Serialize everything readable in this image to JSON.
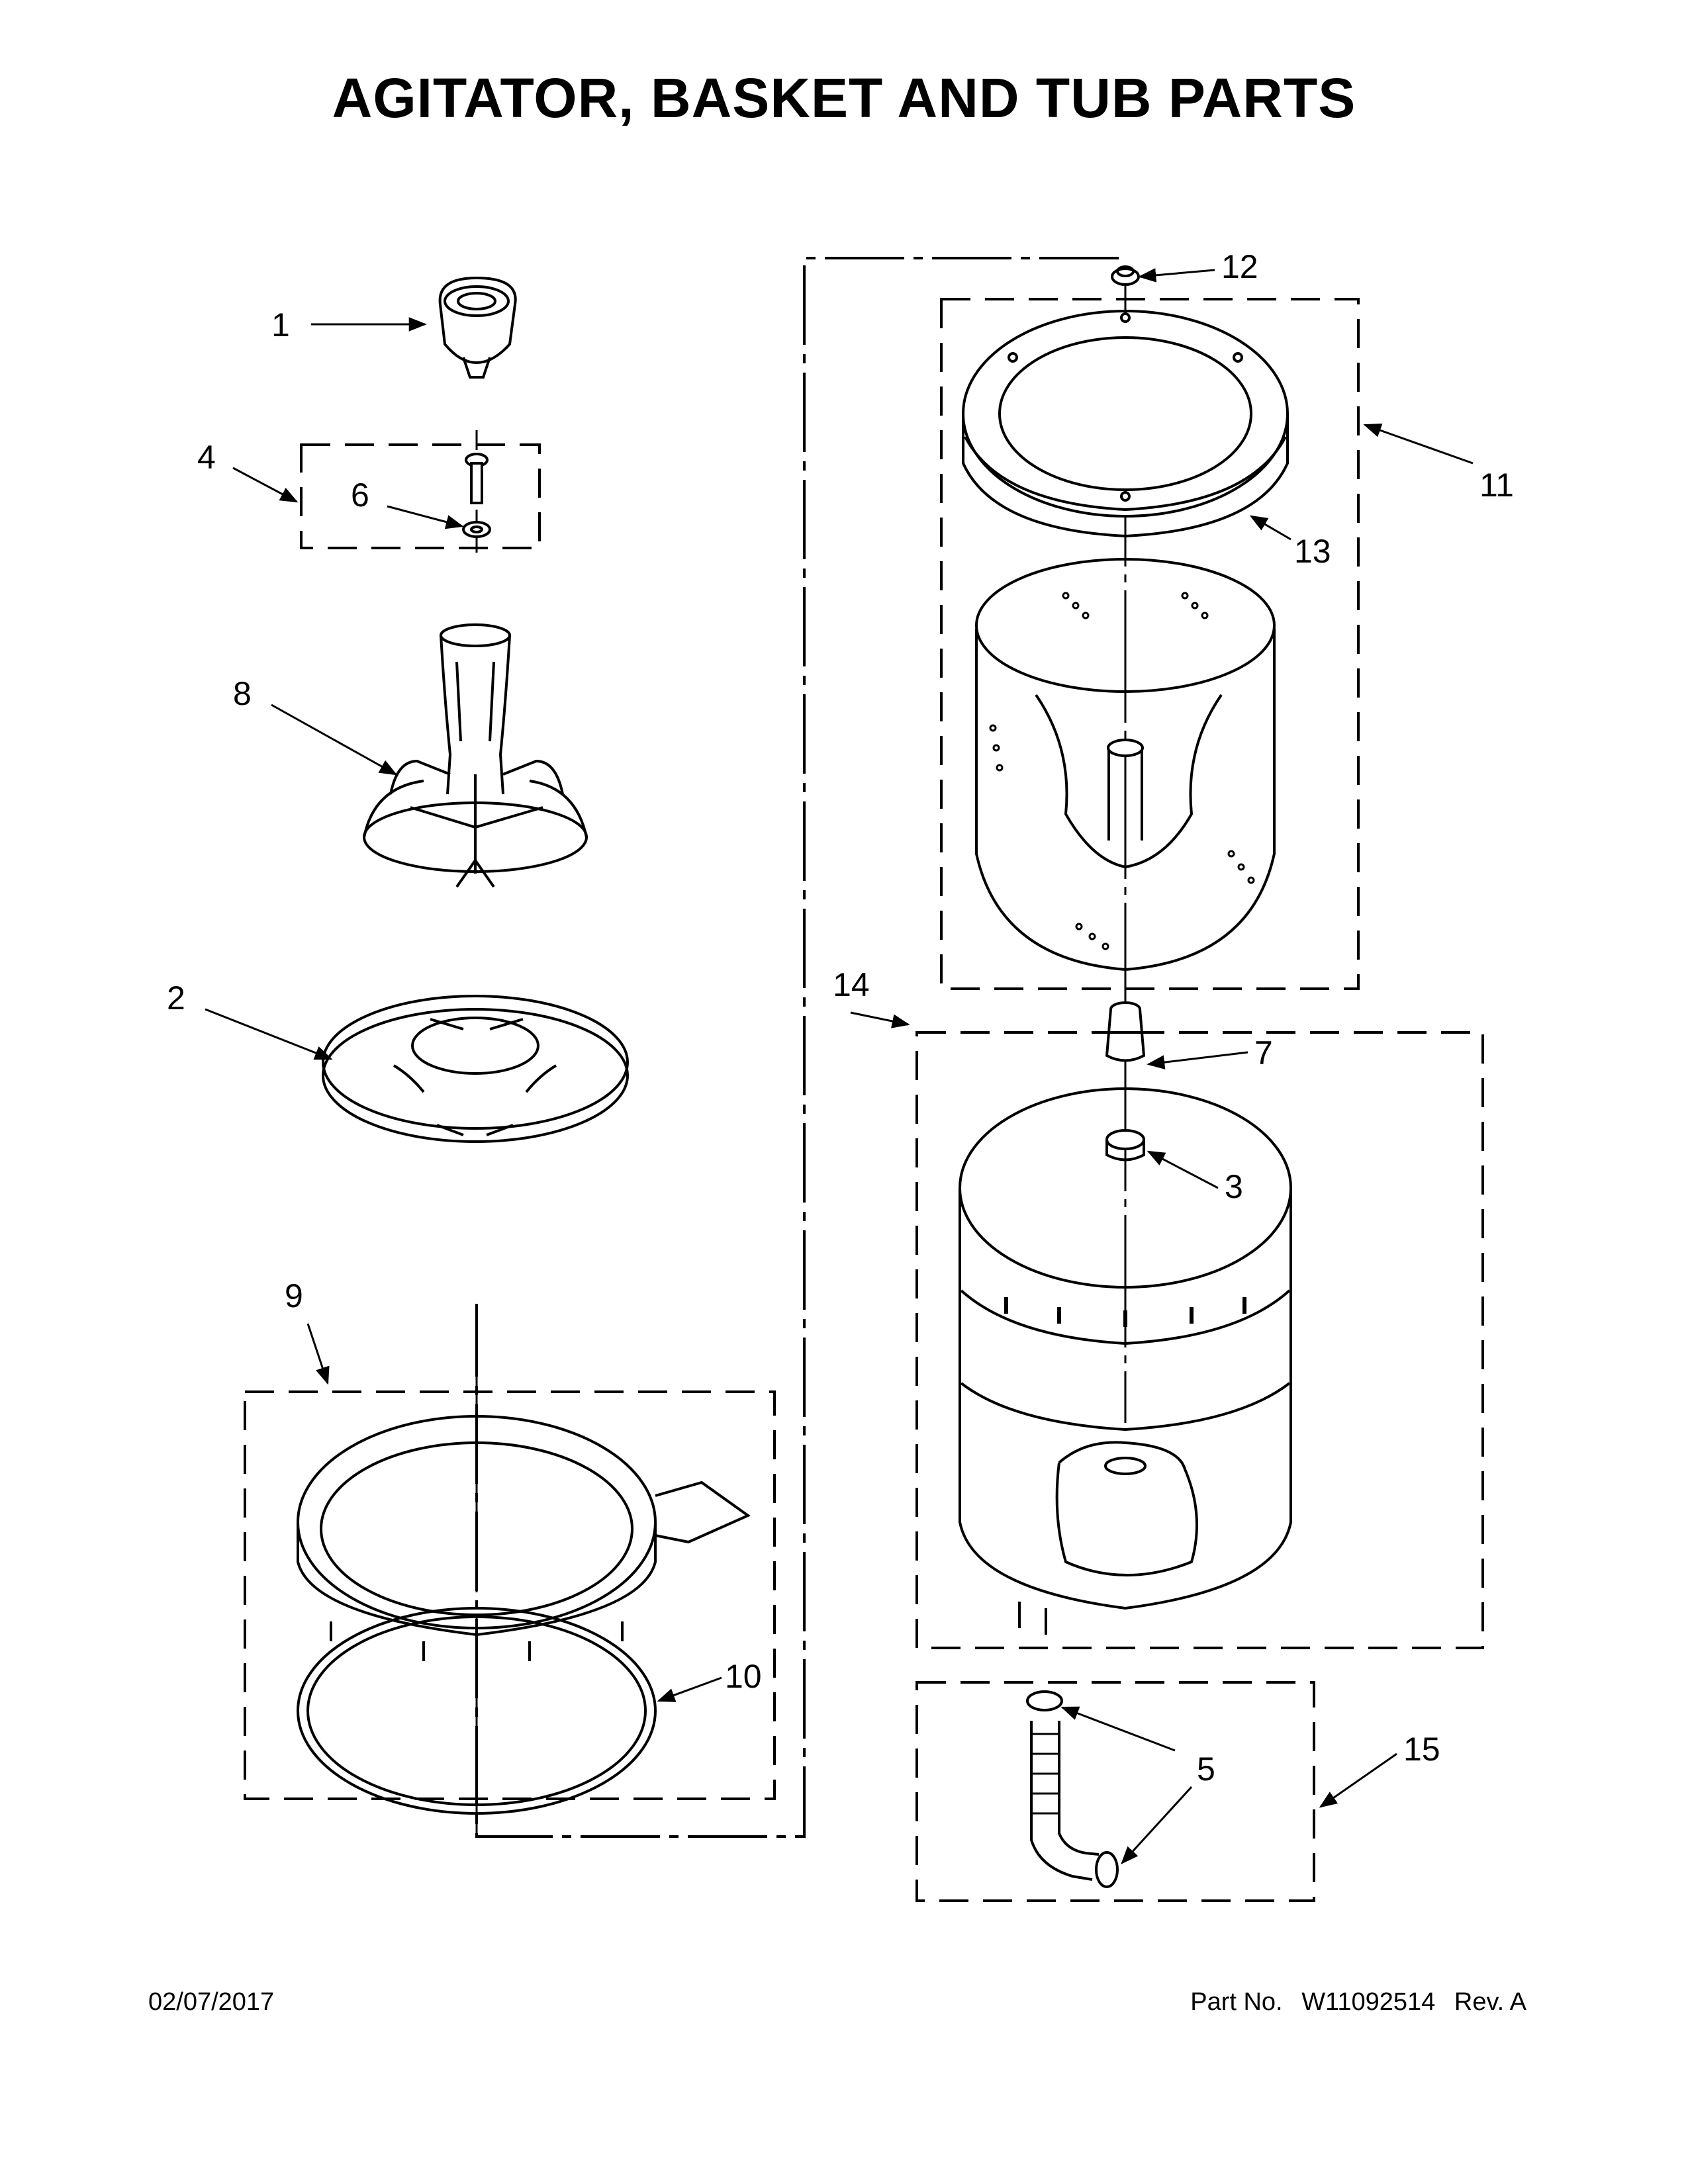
{
  "title": "AGITATOR, BASKET AND TUB PARTS",
  "footer": {
    "date": "02/07/2017",
    "part_label": "Part No.",
    "part_number": "W11092514",
    "revision": "Rev.  A"
  },
  "callouts": {
    "c1": "1",
    "c2": "2",
    "c3": "3",
    "c4": "4",
    "c5": "5",
    "c6": "6",
    "c7": "7",
    "c8": "8",
    "c9": "9",
    "c10": "10",
    "c11": "11",
    "c12": "12",
    "c13": "13",
    "c14": "14",
    "c15": "15"
  }
}
